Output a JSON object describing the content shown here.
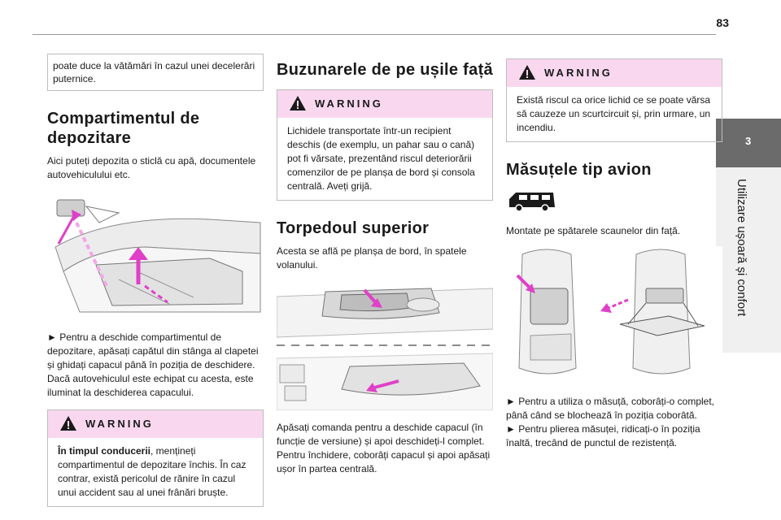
{
  "page": {
    "number": "83"
  },
  "side_tab": {
    "number": "3",
    "label": "Utilizare ușoară și confort"
  },
  "col1": {
    "continuation": "poate duce la vătămări în cazul unei decelerări puternice.",
    "heading": "Compartimentul de depozitare",
    "intro": "Aici puteți depozita o sticlă cu apă, documentele autovehiculului etc.",
    "instruction": "► Pentru a deschide compartimentul de depozitare, apăsați capătul din stânga al clapetei și ghidați capacul până în poziția de deschidere. Dacă autovehiculul este echipat cu acesta, este iluminat la deschiderea capacului.",
    "warning": {
      "title": "WARNING",
      "bold_lead": "În timpul conducerii",
      "text": ", mențineți compartimentul de depozitare închis. În caz contrar, există pericolul de rănire în cazul unui accident sau al unei frânări bruște."
    }
  },
  "col2": {
    "heading1": "Buzunarele de pe ușile față",
    "warning": {
      "title": "WARNING",
      "text": "Lichidele transportate într-un recipient deschis (de exemplu, un pahar sau o cană) pot fi vărsate, prezentând riscul deteriorării comenzilor de pe planșa de bord și consola centrală. Aveți grijă."
    },
    "heading2": "Torpedoul superior",
    "intro": "Acesta se află pe planșa de bord, în spatele volanului.",
    "instruction": "Apăsați comanda pentru a deschide capacul (în funcție de versiune) și apoi deschideți-l complet. Pentru închidere, coborâți capacul și apoi apăsați ușor în partea centrală."
  },
  "col3": {
    "warning": {
      "title": "WARNING",
      "text": "Există riscul ca orice lichid ce se poate vărsa să cauzeze un scurtcircuit și, prin urmare, un incendiu."
    },
    "heading": "Măsuțele tip avion",
    "intro": "Montate pe spătarele scaunelor din față.",
    "instruction1": "► Pentru a utiliza o măsuță, coborâți-o complet, până când se blochează în poziția coborâtă.",
    "instruction2": "► Pentru plierea măsuței, ridicați-o în poziția înaltă, trecând de punctul de rezistență."
  },
  "colors": {
    "warning_bg": "#f9d8ef",
    "accent_arrow": "#e040c8",
    "tab_bg": "#6b6b6b"
  }
}
